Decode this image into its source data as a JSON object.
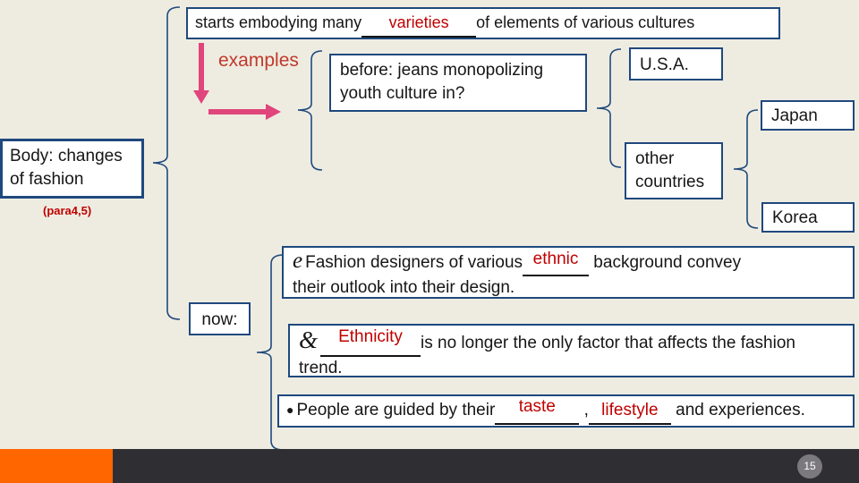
{
  "colors": {
    "background": "#eeece1",
    "box_border": "#1f497d",
    "answer_red": "#c00000",
    "arrow_pink": "#e0457b",
    "footer_bar": "#2f2e33",
    "footer_accent": "#ff6600"
  },
  "footer": {
    "page_number": "15"
  },
  "nodes": {
    "top_box": {
      "pre": "starts embodying many",
      "blank": "varieties",
      "post": "of elements of various cultures"
    },
    "examples_label": "examples",
    "before_box": {
      "line1": "before: jeans monopolizing",
      "line2": "youth culture in?"
    },
    "usa_box": "U.S.A.",
    "japan_box": "Japan",
    "other_countries_box": {
      "line1": "other",
      "line2": "countries"
    },
    "korea_box": "Korea",
    "body_box": {
      "line1": "Body: changes",
      "line2": "of fashion"
    },
    "para_ref": "(para4,5)",
    "now_box": "now:",
    "designers_box": {
      "bullet": "e",
      "pre": "Fashion designers of various",
      "blank": "ethnic",
      "post1": " background convey",
      "line2": "their outlook into their design."
    },
    "ethnicity_box": {
      "bullet": "&",
      "blank": "Ethnicity",
      "post1": "is no longer the only factor that affects the fashion",
      "line2": "trend."
    },
    "people_box": {
      "bullet": "●",
      "pre": "People are guided by their",
      "blank1": "taste",
      "mid": " ,",
      "blank2": "lifestyle",
      "post": " and experiences."
    }
  }
}
